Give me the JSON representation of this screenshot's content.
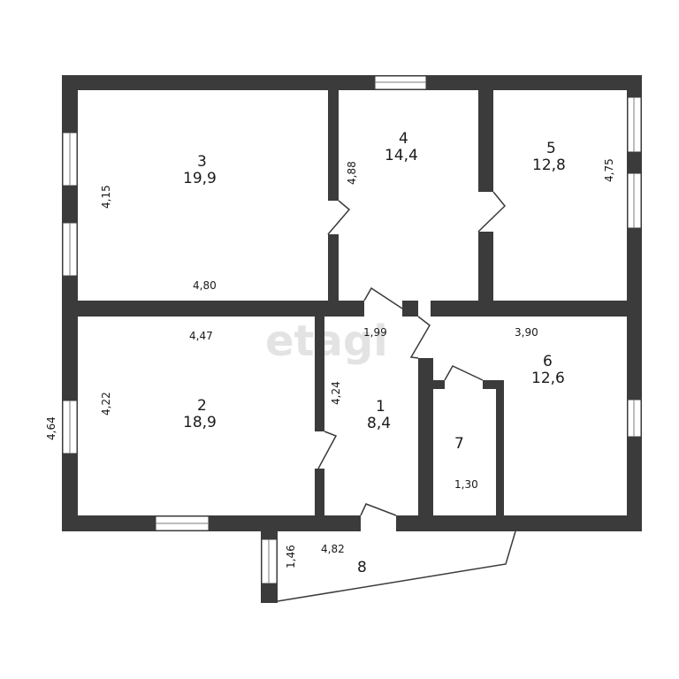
{
  "watermark": "etagi",
  "rooms": [
    {
      "number": "1",
      "area": "8,4"
    },
    {
      "number": "2",
      "area": "18,9"
    },
    {
      "number": "3",
      "area": "19,9"
    },
    {
      "number": "4",
      "area": "14,4"
    },
    {
      "number": "5",
      "area": "12,8"
    },
    {
      "number": "6",
      "area": "12,6"
    },
    {
      "number": "7",
      "area": ""
    },
    {
      "number": "8",
      "area": ""
    }
  ],
  "dimensions": {
    "room3_width": "4,80",
    "room3_height": "4,15",
    "room4_height": "4,88",
    "room5_height": "4,75",
    "room2_width": "4,47",
    "room2_height": "4,22",
    "room1_width": "1,99",
    "room1_height": "4,24",
    "room6_width": "3,90",
    "room7_width": "1,30",
    "house_left_height": "4,64",
    "room8_height": "1,46",
    "room8_width": "4,82"
  }
}
